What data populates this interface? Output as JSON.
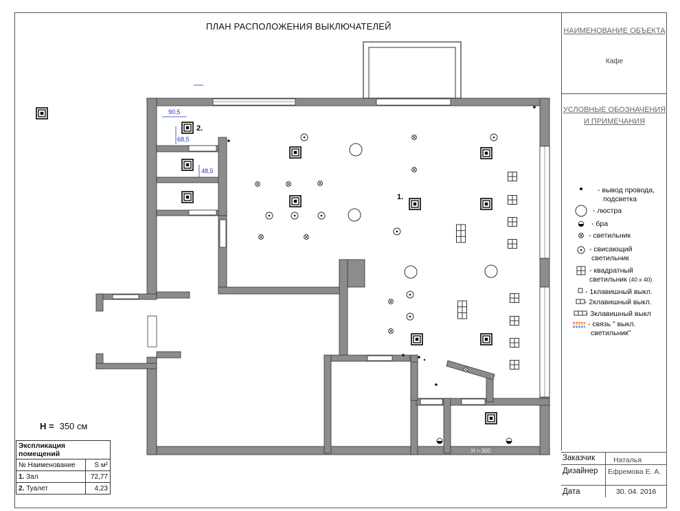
{
  "plan_title": "ПЛАН РАСПОЛОЖЕНИЯ ВЫКЛЮЧАТЕЛЕЙ",
  "height_label": {
    "symbol": "H =",
    "value": "350 см"
  },
  "h300": "H = 300",
  "dimensions": {
    "width": "90,5",
    "height": "68,5",
    "lower": "48,5"
  },
  "room_markers": {
    "hall": "1.",
    "toilet": "2."
  },
  "panel": {
    "object_header": "НАИМЕНОВАНИЕ ОБЪЕКТА",
    "object_name": "Кафе",
    "legend_header_1": "УСЛОВНЫЕ ОБОЗНАЧЕНИЯ",
    "legend_header_2": "И ПРИМЕЧАНИЯ"
  },
  "legend": {
    "wire_1": "- вывод провода,",
    "wire_2": "подсветка",
    "chandelier": "- люстра",
    "sconce": "- бра",
    "lamp": "- светильник",
    "pendant_1": "- свисающий",
    "pendant_2": "светильник",
    "square_1": "- квадратный",
    "square_2": "светильник",
    "square_size": "(40 x 40)",
    "sw1": "- 1клавишный выкл.",
    "sw2": "- 2клавишный выкл.",
    "sw3": "- 3клавишный выкл",
    "link_1": "- связь \" выкл.",
    "link_2": "светильник\""
  },
  "stamp": {
    "client_label": "Заказчик",
    "client_value": "Наталья",
    "designer_label": "Дизайнер",
    "designer_value": "Ефремова Е. А.",
    "date_label": "Дата",
    "date_value": "30. 04. 2016"
  },
  "explication": {
    "title": "Экспликация помещений",
    "col_no_name": "№ Наименование",
    "col_area": "S м²",
    "rows": [
      {
        "no": "1.",
        "name": "Зал",
        "area": "72,77"
      },
      {
        "no": "2.",
        "name": "Туалет",
        "area": "4,23"
      }
    ]
  },
  "colors": {
    "wall": "#8c8c8c",
    "dimension": "#2233bb",
    "text": "#111111"
  }
}
